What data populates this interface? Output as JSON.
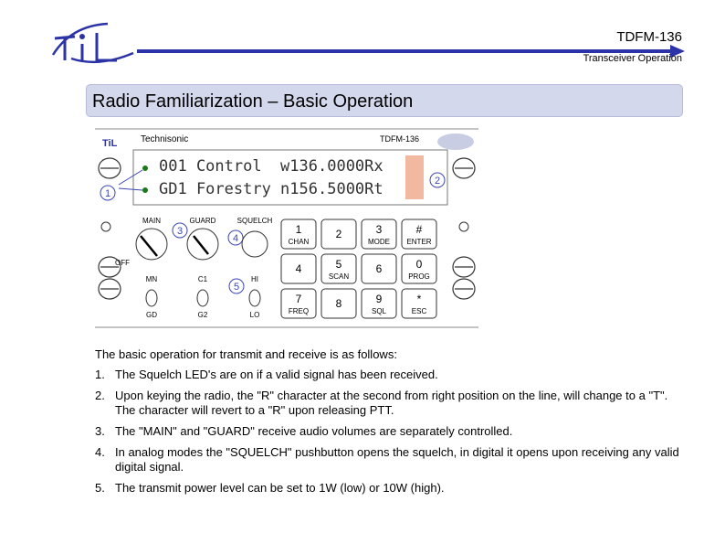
{
  "header": {
    "logo_text": "TiL",
    "doc_title": "TDFM-136",
    "doc_subtitle": "Transceiver Operation"
  },
  "slide_title": "Radio Familiarization – Basic Operation",
  "panel": {
    "brand": "Technisonic",
    "model": "TDFM-136",
    "display_line1": "001 Control  w136.0000Rx",
    "display_line2": "GD1 Forestry n156.5000Rt",
    "knob_labels": [
      "MAIN",
      "GUARD",
      "SQUELCH"
    ],
    "off_label": "OFF",
    "switch_top_labels": [
      "MN",
      "C1",
      "HI"
    ],
    "switch_bottom_labels": [
      "GD",
      "G2",
      "LO"
    ],
    "callouts": [
      "1",
      "2",
      "3",
      "4",
      "5"
    ],
    "keys": [
      {
        "main": "1",
        "sub": "CHAN"
      },
      {
        "main": "2",
        "sub": ""
      },
      {
        "main": "3",
        "sub": "MODE"
      },
      {
        "main": "#",
        "sub": "ENTER"
      },
      {
        "main": "4",
        "sub": ""
      },
      {
        "main": "5",
        "sub": "SCAN"
      },
      {
        "main": "6",
        "sub": ""
      },
      {
        "main": "0",
        "sub": "PROG"
      },
      {
        "main": "7",
        "sub": "FREQ"
      },
      {
        "main": "8",
        "sub": ""
      },
      {
        "main": "9",
        "sub": "SQL"
      },
      {
        "main": "*",
        "sub": "ESC"
      }
    ]
  },
  "body": {
    "intro": "The basic operation for transmit and receive is as follows:",
    "items": [
      {
        "num": "1.",
        "text": "The Squelch LED's are on if a valid signal has been received."
      },
      {
        "num": "2.",
        "text": "Upon keying the radio, the \"R\" character at the second from right position on the line, will change to a \"T\".  The character will revert to a \"R\" upon releasing PTT."
      },
      {
        "num": "3.",
        "text": "The \"MAIN\" and \"GUARD\" receive audio volumes are separately controlled."
      },
      {
        "num": "4.",
        "text": "In analog modes the \"SQUELCH\" pushbutton opens the squelch, in digital it opens upon receiving any valid digital signal."
      },
      {
        "num": "5.",
        "text": "The transmit power level can be set to 1W (low) or 10W (high)."
      }
    ]
  },
  "colors": {
    "accent": "#2b33a6",
    "title_bar": "#d4d8ec",
    "callout": "#3b46b8",
    "highlight": "#f2b8a0"
  }
}
